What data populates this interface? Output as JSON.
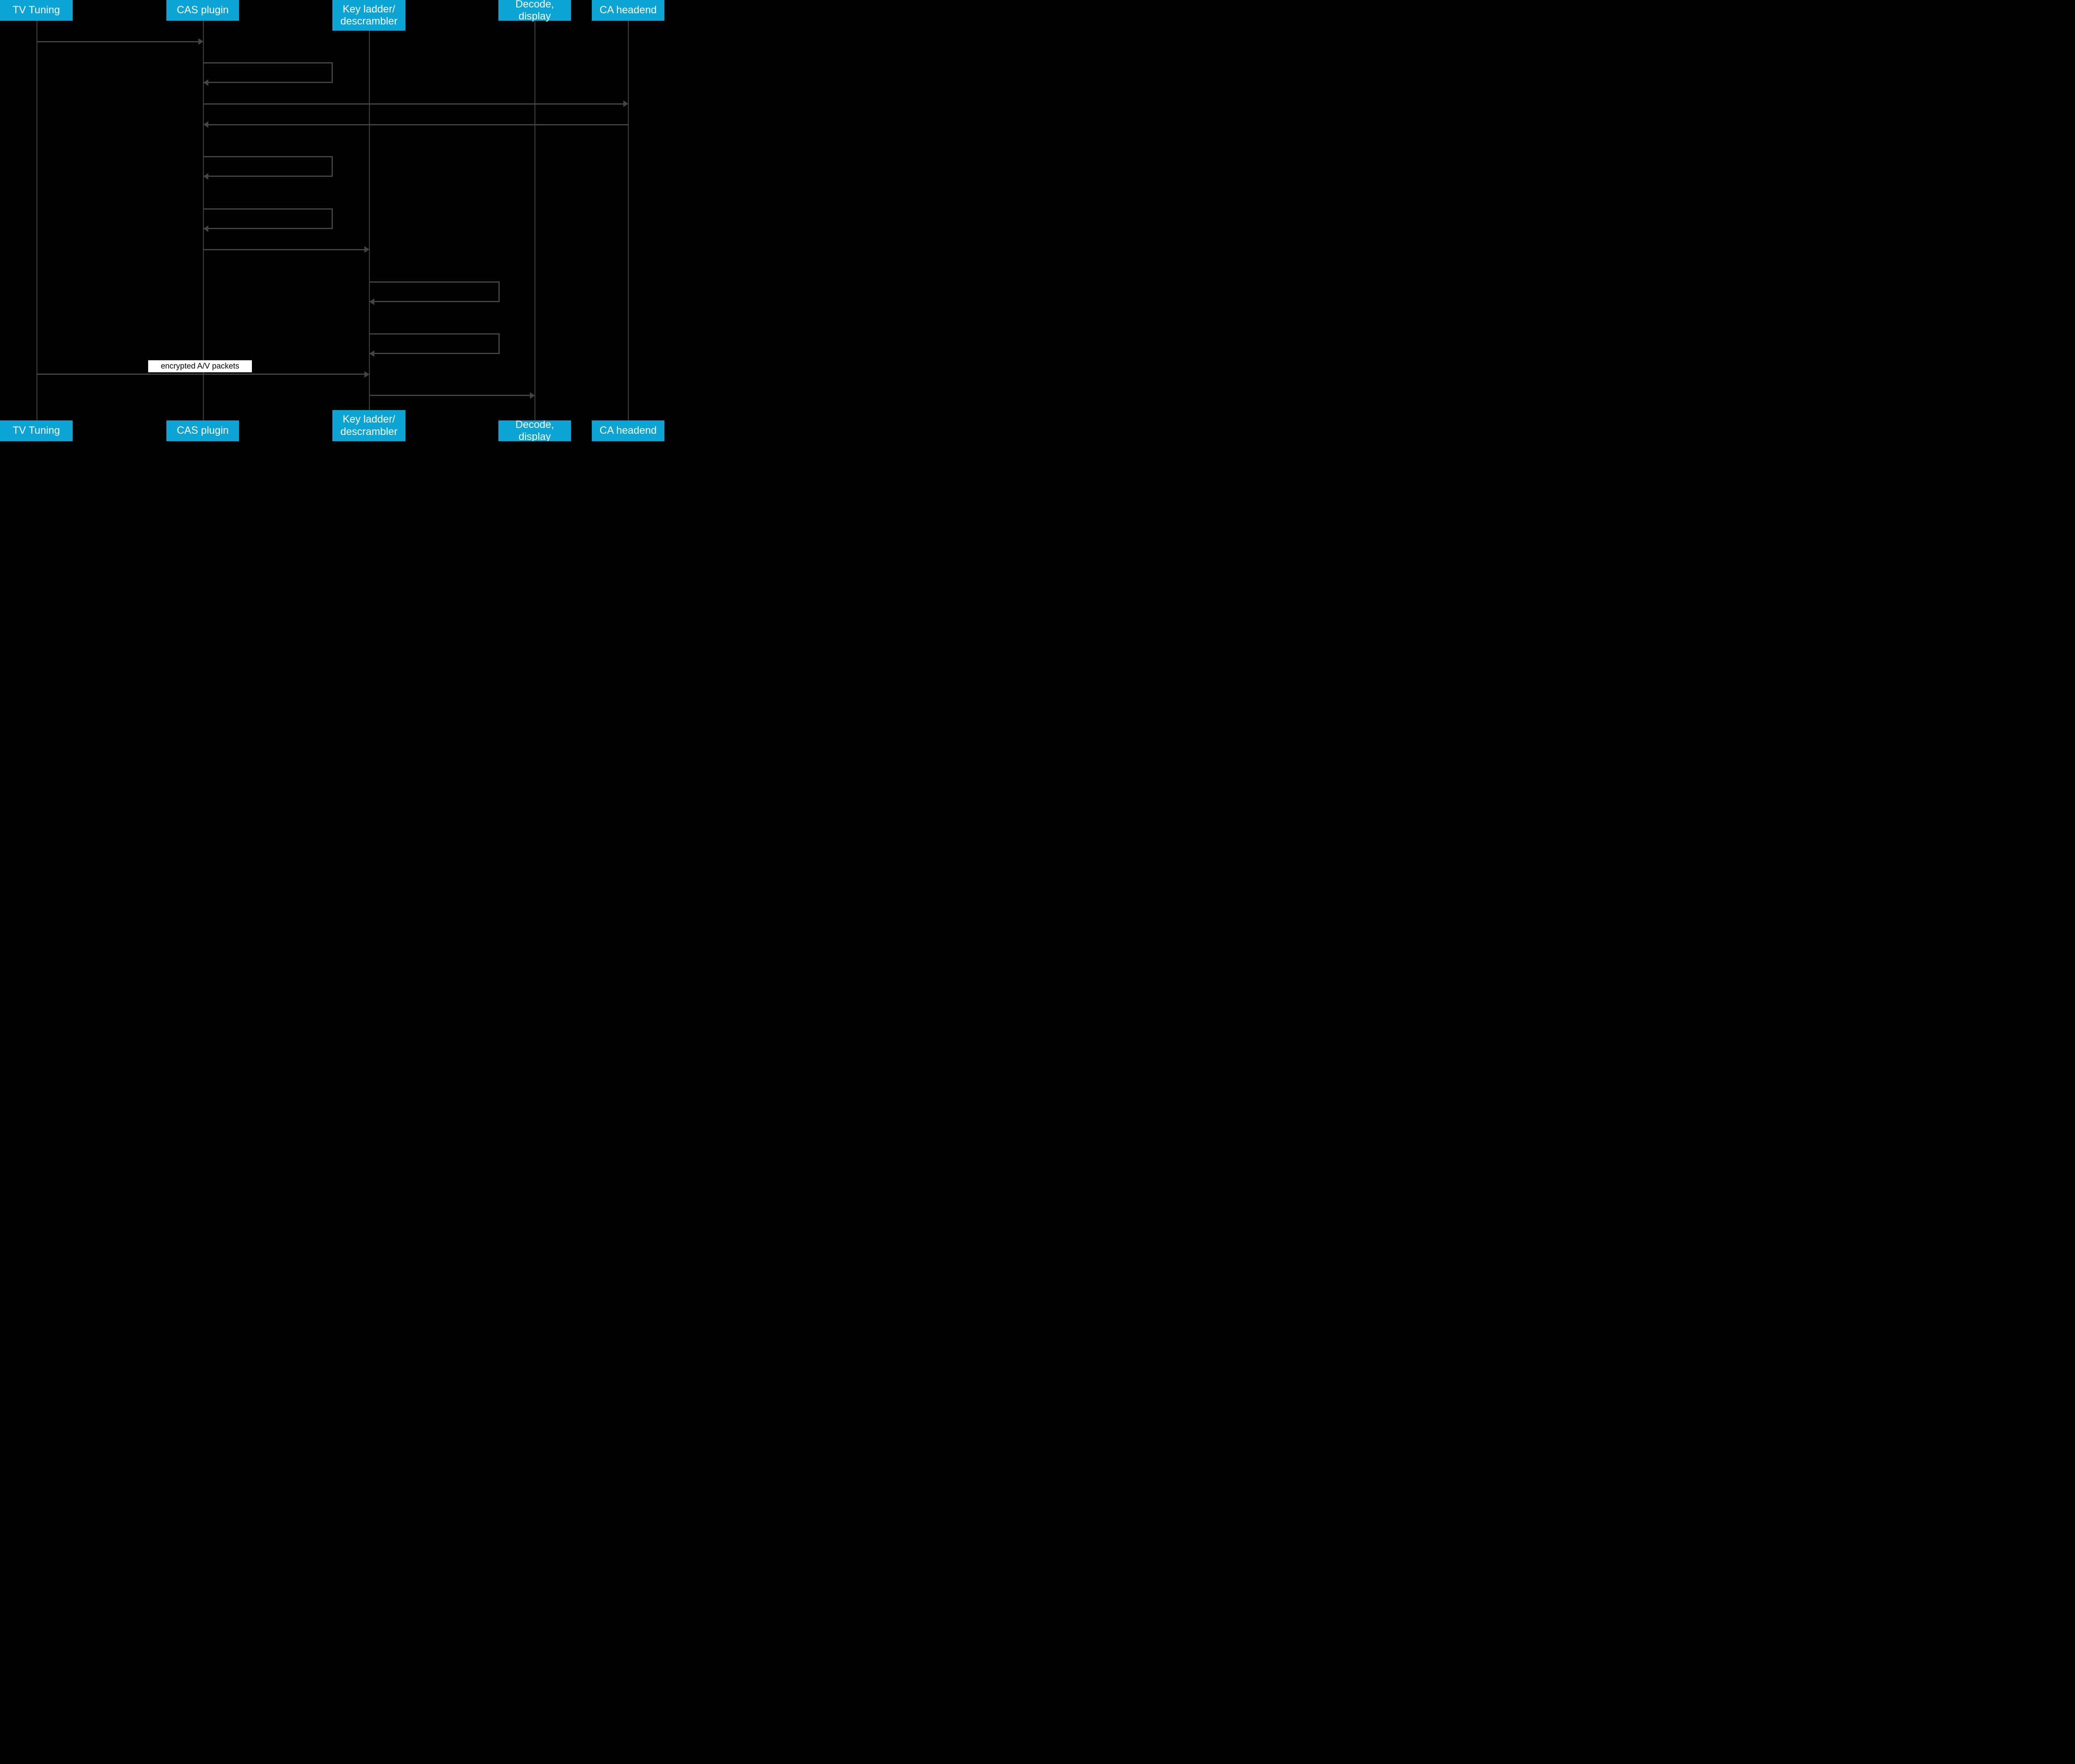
{
  "diagram": {
    "type": "sequence",
    "actors": [
      {
        "id": "tv-tuning",
        "label": "TV Tuning"
      },
      {
        "id": "cas-plugin",
        "label": "CAS plugin"
      },
      {
        "id": "key-ladder",
        "label": "Key ladder/\ndescrambler"
      },
      {
        "id": "decode-display",
        "label": "Decode, display"
      },
      {
        "id": "ca-headend",
        "label": "CA headend"
      }
    ],
    "messages": [
      {
        "from": "tv-tuning",
        "to": "cas-plugin",
        "kind": "message",
        "label": ""
      },
      {
        "from": "cas-plugin",
        "to": "cas-plugin",
        "kind": "self",
        "label": ""
      },
      {
        "from": "cas-plugin",
        "to": "ca-headend",
        "kind": "message",
        "label": ""
      },
      {
        "from": "ca-headend",
        "to": "cas-plugin",
        "kind": "message",
        "label": ""
      },
      {
        "from": "cas-plugin",
        "to": "cas-plugin",
        "kind": "self",
        "label": ""
      },
      {
        "from": "cas-plugin",
        "to": "cas-plugin",
        "kind": "self",
        "label": ""
      },
      {
        "from": "cas-plugin",
        "to": "key-ladder",
        "kind": "message",
        "label": ""
      },
      {
        "from": "key-ladder",
        "to": "key-ladder",
        "kind": "self",
        "label": ""
      },
      {
        "from": "key-ladder",
        "to": "key-ladder",
        "kind": "self",
        "label": ""
      },
      {
        "from": "tv-tuning",
        "to": "key-ladder",
        "kind": "message",
        "label": "encrypted A/V packets"
      },
      {
        "from": "key-ladder",
        "to": "decode-display",
        "kind": "message",
        "label": ""
      }
    ]
  },
  "colors": {
    "background": "#000000",
    "actor_box": "#0ca4d5",
    "actor_text": "#ffffff",
    "line": "#414345",
    "message_label_bg": "#ffffff",
    "message_label_text": "#000000"
  }
}
